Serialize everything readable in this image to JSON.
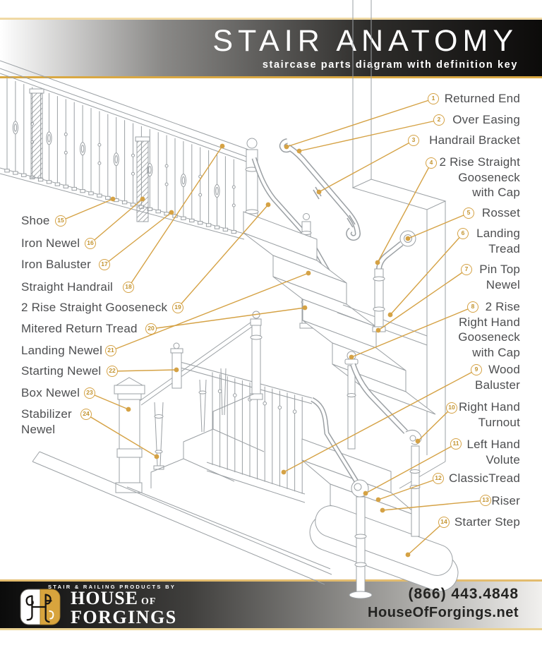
{
  "header": {
    "title": "STAIR ANATOMY",
    "subtitle": "staircase parts diagram with definition key"
  },
  "callouts": {
    "right": [
      {
        "num": "1",
        "label": "Returned End"
      },
      {
        "num": "2",
        "label": "Over Easing"
      },
      {
        "num": "3",
        "label": "Handrail Bracket"
      },
      {
        "num": "4",
        "label": "2 Rise Straight\nGooseneck\nwith Cap"
      },
      {
        "num": "5",
        "label": "Rosset"
      },
      {
        "num": "6",
        "label": "Landing\nTread"
      },
      {
        "num": "7",
        "label": "Pin Top\nNewel"
      },
      {
        "num": "8",
        "label": "2 Rise\nRight Hand\nGooseneck\nwith Cap"
      },
      {
        "num": "9",
        "label": "Wood\nBaluster"
      },
      {
        "num": "10",
        "label": "Right Hand\nTurnout"
      },
      {
        "num": "11",
        "label": "Left Hand\nVolute"
      },
      {
        "num": "12",
        "label": "ClassicTread"
      },
      {
        "num": "13",
        "label": "Riser"
      },
      {
        "num": "14",
        "label": "Starter Step"
      }
    ],
    "left": [
      {
        "num": "15",
        "label": "Shoe"
      },
      {
        "num": "16",
        "label": "Iron Newel"
      },
      {
        "num": "17",
        "label": "Iron Baluster"
      },
      {
        "num": "18",
        "label": "Straight Handrail"
      },
      {
        "num": "19",
        "label": "2 Rise Straight Gooseneck"
      },
      {
        "num": "20",
        "label": "Mitered Return Tread"
      },
      {
        "num": "21",
        "label": "Landing Newel"
      },
      {
        "num": "22",
        "label": "Starting Newel"
      },
      {
        "num": "23",
        "label": "Box Newel"
      },
      {
        "num": "24",
        "label": "Stabilizer\nNewel"
      }
    ]
  },
  "footer": {
    "tagline": "STAIR & RAILING PRODUCTS BY",
    "brand_line1": "HOUSE",
    "brand_of": "OF",
    "brand_line2": "FORGINGS",
    "phone": "(866) 443.4848",
    "website": "HouseOfForgings.net"
  },
  "colors": {
    "accent_gold": "#D5A245",
    "label_text": "#4D4E50",
    "drawing_line": "#9BA0A4"
  }
}
